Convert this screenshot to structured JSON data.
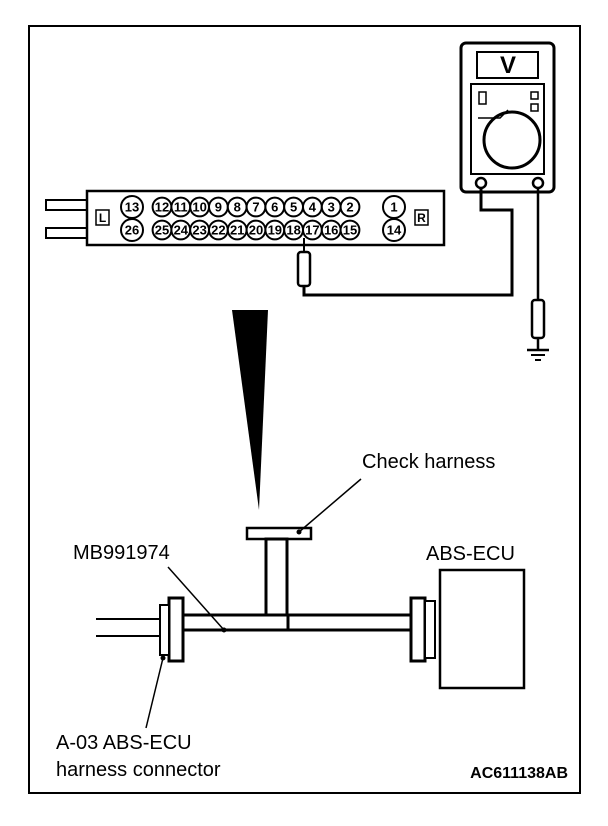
{
  "labels": {
    "check_harness": "Check harness",
    "adapter": "MB991974",
    "ecu": "ABS-ECU",
    "connector_line1": "A-03 ABS-ECU",
    "connector_line2": "harness connector",
    "code": "AC611138AB"
  },
  "voltmeter": {
    "symbol": "V"
  },
  "connector": {
    "left_mark": "L",
    "right_mark": "R",
    "top_row": [
      "13",
      "12",
      "11",
      "10",
      "9",
      "8",
      "7",
      "6",
      "5",
      "4",
      "3",
      "2",
      "1"
    ],
    "bottom_row": [
      "26",
      "25",
      "24",
      "23",
      "22",
      "21",
      "20",
      "19",
      "18",
      "17",
      "16",
      "15",
      "14"
    ]
  }
}
